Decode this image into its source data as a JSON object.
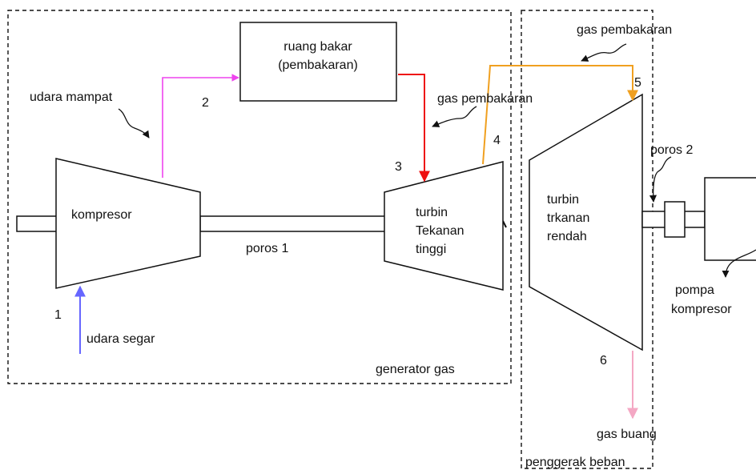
{
  "diagram": {
    "regions": {
      "generator_gas": "generator gas",
      "penggerak_beban": "penggerak beban"
    },
    "components": {
      "ruang_bakar_line1": "ruang bakar",
      "ruang_bakar_line2": "(pembakaran)",
      "kompresor": "kompresor",
      "turbin_tinggi_line1": "turbin",
      "turbin_tinggi_line2": "Tekanan",
      "turbin_tinggi_line3": "tinggi",
      "turbin_rendah_line1": "turbin",
      "turbin_rendah_line2": "trkanan",
      "turbin_rendah_line3": "rendah",
      "pompa_line1": "pompa",
      "pompa_line2": "kompresor"
    },
    "labels": {
      "udara_mampat": "udara mampat",
      "udara_segar": "udara segar",
      "gas_pembakaran_top": "gas pembakaran",
      "gas_pembakaran_mid": "gas pembakaran",
      "gas_buang": "gas buang",
      "poros_1": "poros 1",
      "poros_2": "poros 2"
    },
    "stations": [
      "1",
      "2",
      "3",
      "4",
      "5",
      "6"
    ],
    "colors": {
      "udara_segar_flow": "#6666ff",
      "udara_mampat_flow": "#ee44ee",
      "gas_pembakaran_flow": "#ee1111",
      "gas_turbin_flow": "#f0a020",
      "gas_buang_flow": "#f4a8c4",
      "outline": "#111111"
    }
  }
}
